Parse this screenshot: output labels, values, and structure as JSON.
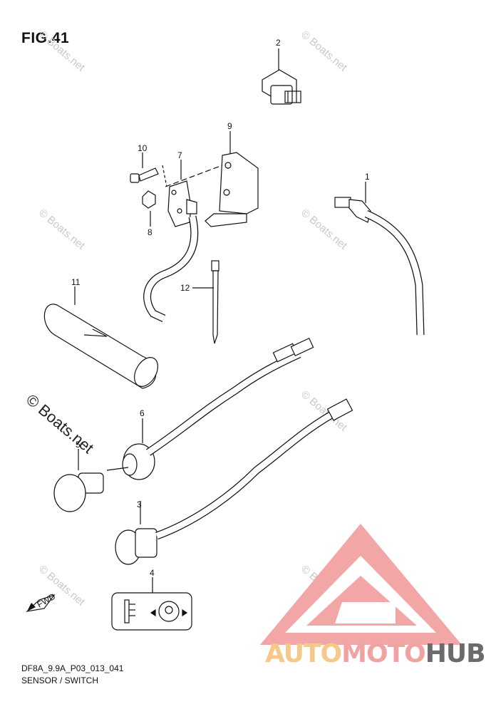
{
  "figure": {
    "title": "FIG.41"
  },
  "footer": {
    "code": "DF8A_9.9A_P03_013_041",
    "caption": "SENSOR / SWITCH"
  },
  "callouts": [
    "1",
    "2",
    "3",
    "4",
    "5",
    "6",
    "7",
    "8",
    "9",
    "10",
    "11",
    "12"
  ],
  "watermark": {
    "small": "© Boats.net",
    "large": "© Boats.net"
  },
  "brand": {
    "part1": "AUTO",
    "part2": "MOTO",
    "part3": "HUB"
  },
  "direction_label": "FWD",
  "colors": {
    "brand_yellow": "#f6c98a",
    "brand_pink": "#f0a3a1",
    "brand_gray": "#6b6b6b",
    "logo_red": "#f2a6a6"
  }
}
